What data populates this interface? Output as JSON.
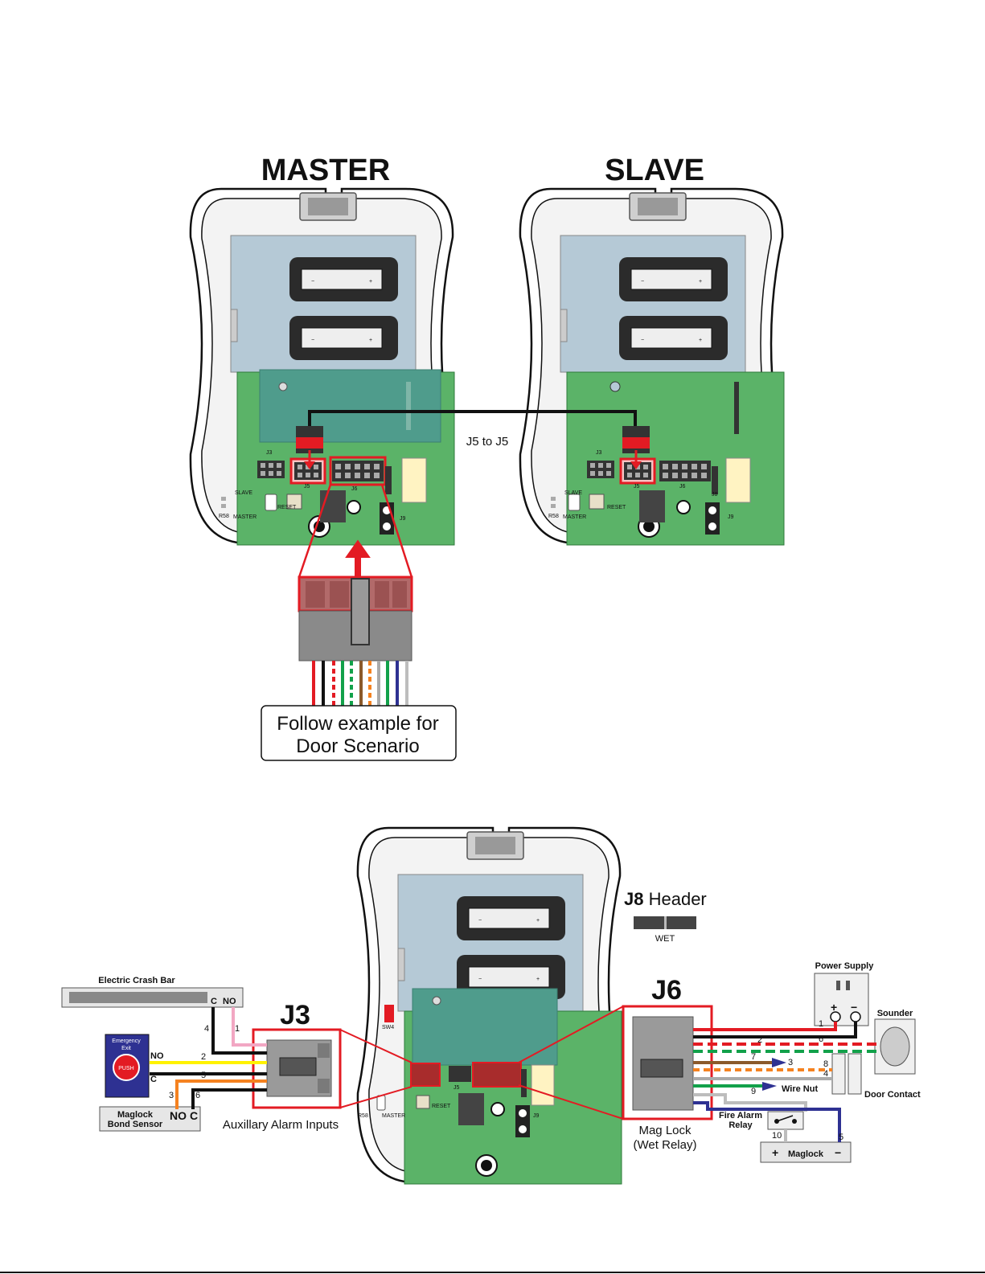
{
  "top": {
    "master_title": "MASTER",
    "slave_title": "SLAVE",
    "connection_label": "J5 to J5",
    "callout_line1": "Follow example for",
    "callout_line2": "Door Scenario"
  },
  "board": {
    "j3": "J3",
    "j5": "J5",
    "j6": "J6",
    "j8": "J8",
    "j9": "J9",
    "r58": "R58",
    "slave": "SLAVE",
    "master": "MASTER",
    "reset": "RESET",
    "sw4": "SW4"
  },
  "bottom": {
    "j8_header_bold": "J8",
    "j8_header_rest": " Header",
    "wet": "WET",
    "j3_title": "J3",
    "j6_title": "J6",
    "aux_label": "Auxillary Alarm Inputs",
    "mag_lock_line1": "Mag Lock",
    "mag_lock_line2": "(Wet Relay)",
    "crash_bar": "Electric Crash Bar",
    "crash_c": "C",
    "crash_no": "NO",
    "emergency_line1": "Emergency",
    "emergency_line2": "Exit",
    "push": "PUSH",
    "no_label": "NO",
    "c_label": "C",
    "bond_line1": "Maglock",
    "bond_line2": "Bond Sensor",
    "bond_no": "NO",
    "bond_c": "C",
    "power_supply": "Power Supply",
    "plus": "+",
    "minus": "−",
    "sounder": "Sounder",
    "wire_nut": "Wire Nut",
    "door_contact": "Door Contact",
    "fire_line1": "Fire Alarm",
    "fire_line2": "Relay",
    "maglock": "Maglock",
    "left_wires": [
      "4",
      "1",
      "2",
      "5",
      "3",
      "6"
    ],
    "right_wires": [
      "1",
      "2",
      "6",
      "7",
      "3",
      "8",
      "4",
      "9",
      "10",
      "5"
    ]
  },
  "wire_colors": {
    "red": "#e31b23",
    "black": "#111111",
    "green": "#12a14a",
    "orange": "#f58220",
    "brown": "#8b5a2b",
    "blue": "#2e3192",
    "pink": "#f2a7c3",
    "yellow": "#fff200",
    "gray": "#bdbdbd"
  }
}
